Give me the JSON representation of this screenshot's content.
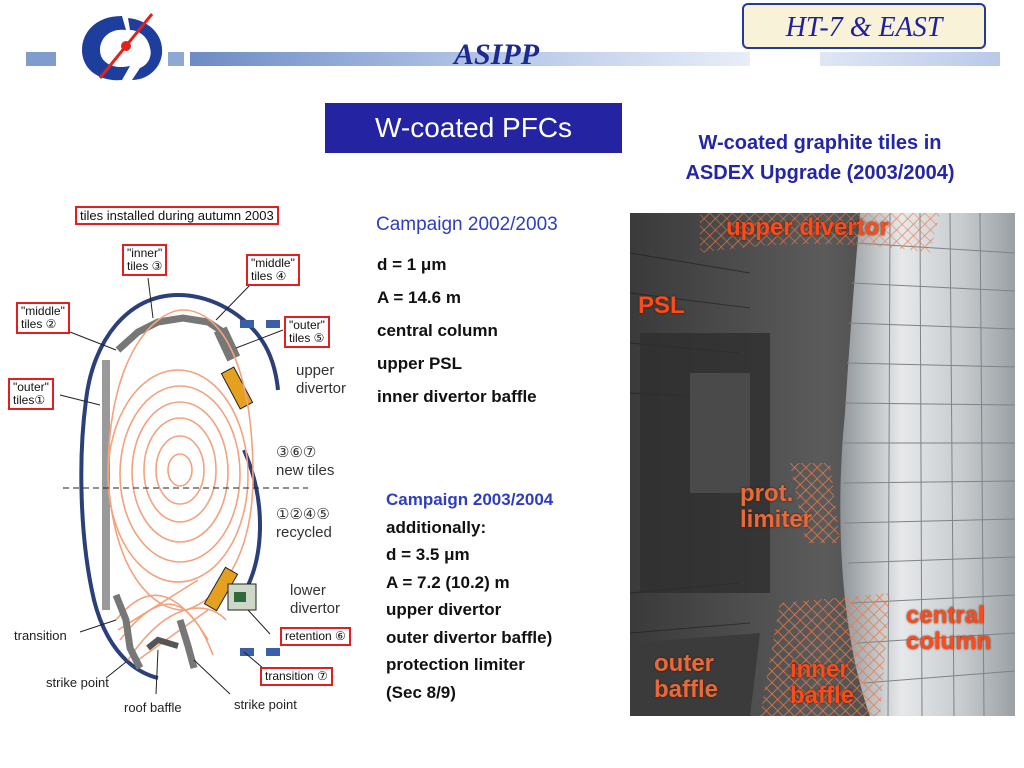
{
  "header": {
    "org": "ASIPP",
    "badge": "HT-7 & EAST"
  },
  "slide": {
    "title": "W-coated PFCs",
    "right_heading_line1": "W-coated graphite tiles in",
    "right_heading_line2": "ASDEX Upgrade (2003/2004)"
  },
  "figure": {
    "caption": "tiles installed during autumn 2003",
    "inner_tiles": [
      "\"inner\"",
      "tiles ③"
    ],
    "middle_tiles_4": [
      "\"middle\"",
      "tiles ④"
    ],
    "middle_tiles_2": [
      "\"middle\"",
      "tiles ②"
    ],
    "outer_tiles_5": [
      "\"outer\"",
      "tiles ⑤"
    ],
    "outer_tiles_1": [
      "\"outer\"",
      "tiles①"
    ],
    "upper_divertor": [
      "upper",
      "divertor"
    ],
    "new_tiles": [
      "③⑥⑦",
      "new tiles"
    ],
    "recycled": [
      "①②④⑤",
      "recycled"
    ],
    "lower_divertor": [
      "lower",
      "divertor"
    ],
    "retention": "retention ⑥",
    "transition_box": "transition ⑦",
    "transition": "transition",
    "strike_point_left": "strike point",
    "roof_baffle": "roof baffle",
    "strike_point_right": "strike point"
  },
  "campaign1": {
    "title": "Campaign 2002/2003",
    "items": [
      "d = 1 μm",
      "A = 14.6 m",
      "central column",
      "upper PSL",
      "inner divertor baffle"
    ]
  },
  "campaign2": {
    "title": "Campaign 2003/2004",
    "items": [
      "additionally:",
      "d = 3.5 μm",
      "A = 7.2 (10.2) m",
      "upper divertor",
      "outer divertor baffle)",
      "protection limiter",
      "(Sec 8/9)"
    ]
  },
  "photo": {
    "upper_divertor": "upper divertor",
    "psl": "PSL",
    "prot_limiter": [
      "prot.",
      "limiter"
    ],
    "central_column": [
      "central",
      "column"
    ],
    "outer_baffle": [
      "outer",
      "baffle"
    ],
    "inner_baffle": [
      "inner",
      "baffle"
    ]
  },
  "colors": {
    "accent_blue": "#2424a3",
    "header_blue": "#1c2a8e",
    "campaign_blue": "#2f3dc0",
    "label_red": "#e02020",
    "photo_label": "#ff4a1a"
  }
}
